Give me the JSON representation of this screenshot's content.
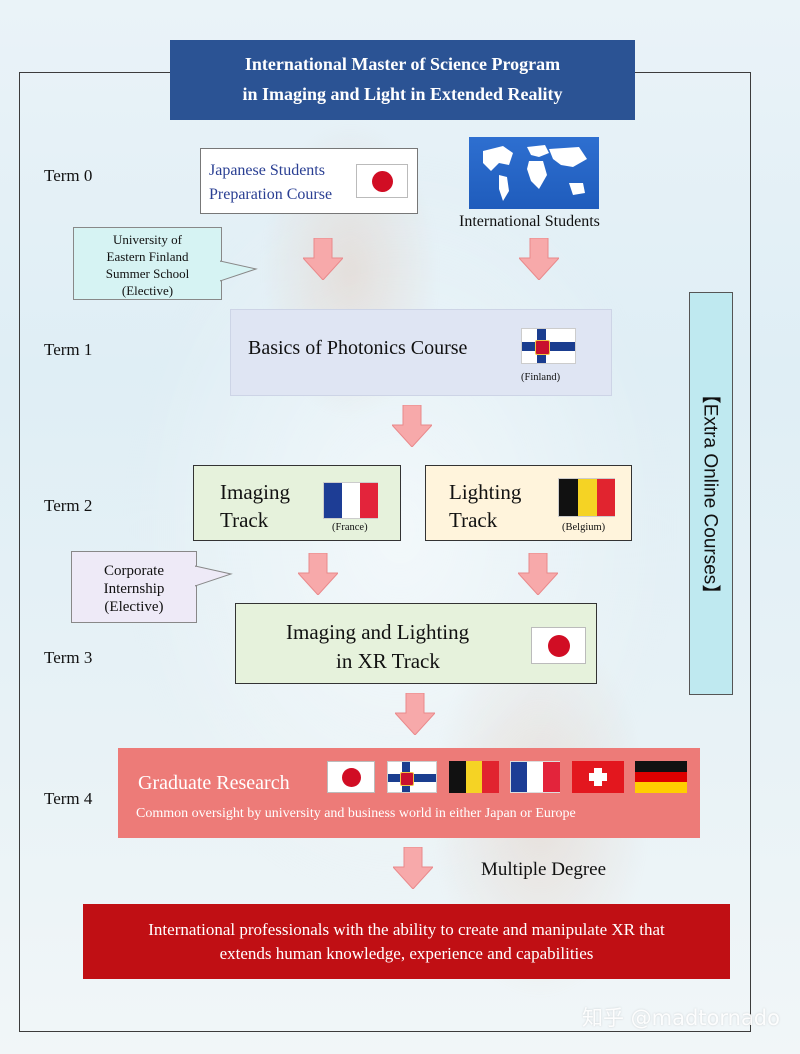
{
  "title": {
    "line1": "International Master of Science Program",
    "line2": "in Imaging and Light in Extended Reality"
  },
  "terms": {
    "t0": "Term 0",
    "t1": "Term 1",
    "t2": "Term 2",
    "t3": "Term 3",
    "t4": "Term 4"
  },
  "preparation": {
    "line1": "Japanese Students",
    "line2": "Preparation Course",
    "flag_icon": "japan-flag"
  },
  "international": {
    "label": "International Students",
    "icon": "world-map-icon"
  },
  "summer_school": {
    "line1": "University of",
    "line2": "Eastern Finland",
    "line3": "Summer School",
    "line4": "(Elective)"
  },
  "photonics": {
    "label": "Basics of Photonics Course",
    "country": "(Finland)",
    "flag_icon": "finland-flag"
  },
  "imaging_track": {
    "line1": "Imaging",
    "line2": "Track",
    "country": "(France)",
    "flag_icon": "france-flag"
  },
  "lighting_track": {
    "line1": "Lighting",
    "line2": "Track",
    "country": "(Belgium)",
    "flag_icon": "belgium-flag"
  },
  "internship": {
    "line1": "Corporate",
    "line2": "Internship",
    "line3": "(Elective)"
  },
  "xr_track": {
    "line1": "Imaging and Lighting",
    "line2": "in XR Track",
    "flag_icon": "japan-flag"
  },
  "extra_online": "【Extra Online Courses】",
  "graduate": {
    "title": "Graduate Research",
    "subtitle": "Common oversight by university and business world in either Japan or Europe",
    "flags": [
      "japan-flag",
      "finland-flag",
      "belgium-flag",
      "france-flag",
      "switzerland-flag",
      "germany-flag"
    ]
  },
  "multiple_degree": "Multiple Degree",
  "outcome": {
    "line1": "International professionals with the ability to create and manipulate XR that",
    "line2": "extends human knowledge, experience and capabilities"
  },
  "watermark": "知乎 @madtornado",
  "colors": {
    "title_bg": "#2b5394",
    "arrow": "#f7a9aa",
    "graduate_bg": "#ed7b78",
    "outcome_bg": "#c00f14",
    "online_bg": "#bfe9f0"
  }
}
